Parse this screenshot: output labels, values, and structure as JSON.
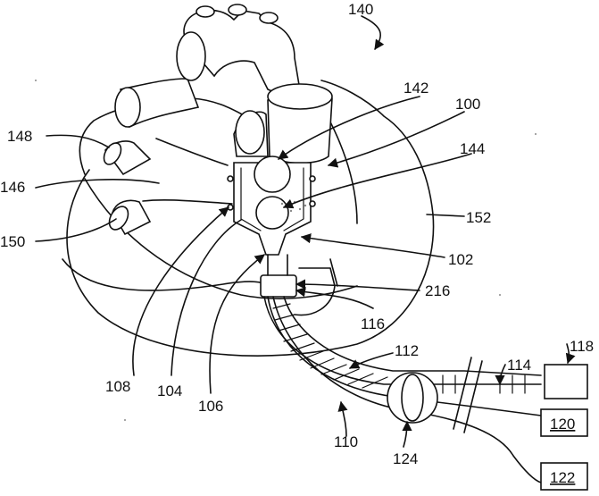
{
  "labels": {
    "l140": "140",
    "l142": "142",
    "l100": "100",
    "l144": "144",
    "l148": "148",
    "l146": "146",
    "l150": "150",
    "l152": "152",
    "l102": "102",
    "l216": "216",
    "l116": "116",
    "l118": "118",
    "l112": "112",
    "l114": "114",
    "l108": "108",
    "l104": "104",
    "l106": "106",
    "l110": "110",
    "l124": "124",
    "l120": "120",
    "l122": "122"
  }
}
